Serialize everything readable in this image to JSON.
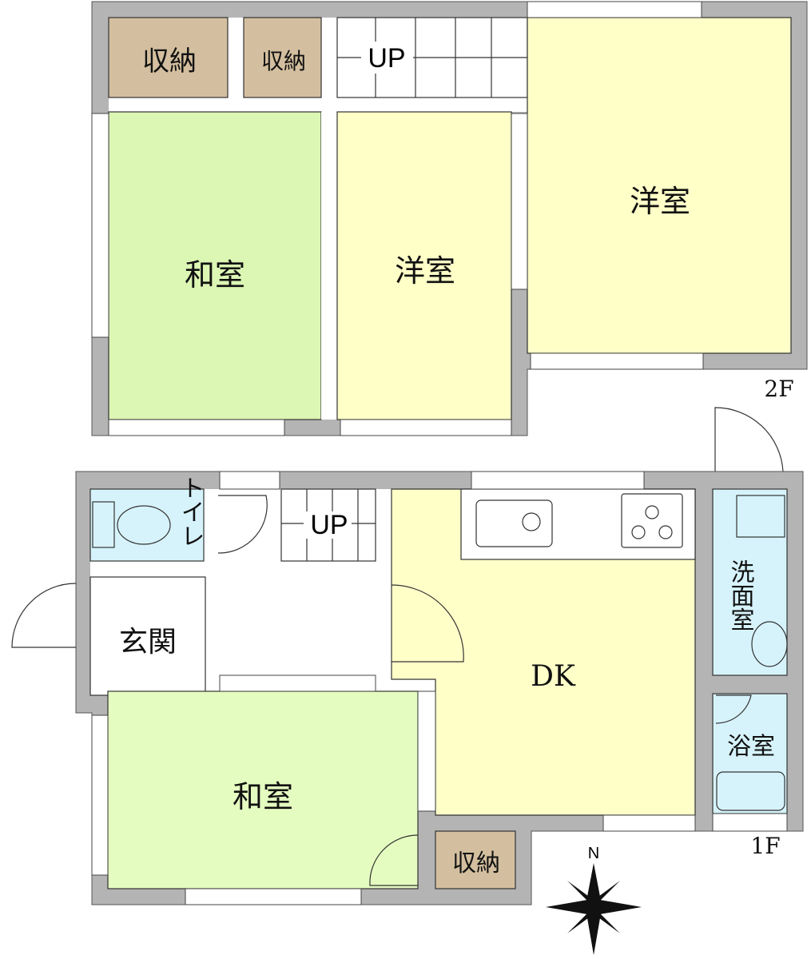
{
  "floor2": {
    "label": "2F",
    "rooms": {
      "storage_a": "収納",
      "storage_b": "収納",
      "stairs": "UP",
      "washitsu": "和室",
      "yoshitsu_mid": "洋室",
      "yoshitsu_right": "洋室"
    }
  },
  "floor1": {
    "label": "1F",
    "rooms": {
      "toilet": "トイレ",
      "stairs": "UP",
      "genkan": "玄関",
      "dk": "DK",
      "washroom": "洗面室",
      "bath": "浴室",
      "washitsu": "和室",
      "storage": "収納"
    }
  },
  "compass": {
    "north": "N"
  },
  "colors": {
    "wall": "#b4b4b4",
    "washitsu": "#dcf6b4",
    "yoshitsu": "#ffffc8",
    "storage": "#d3bf9f",
    "wet": "#d6f3fb"
  }
}
